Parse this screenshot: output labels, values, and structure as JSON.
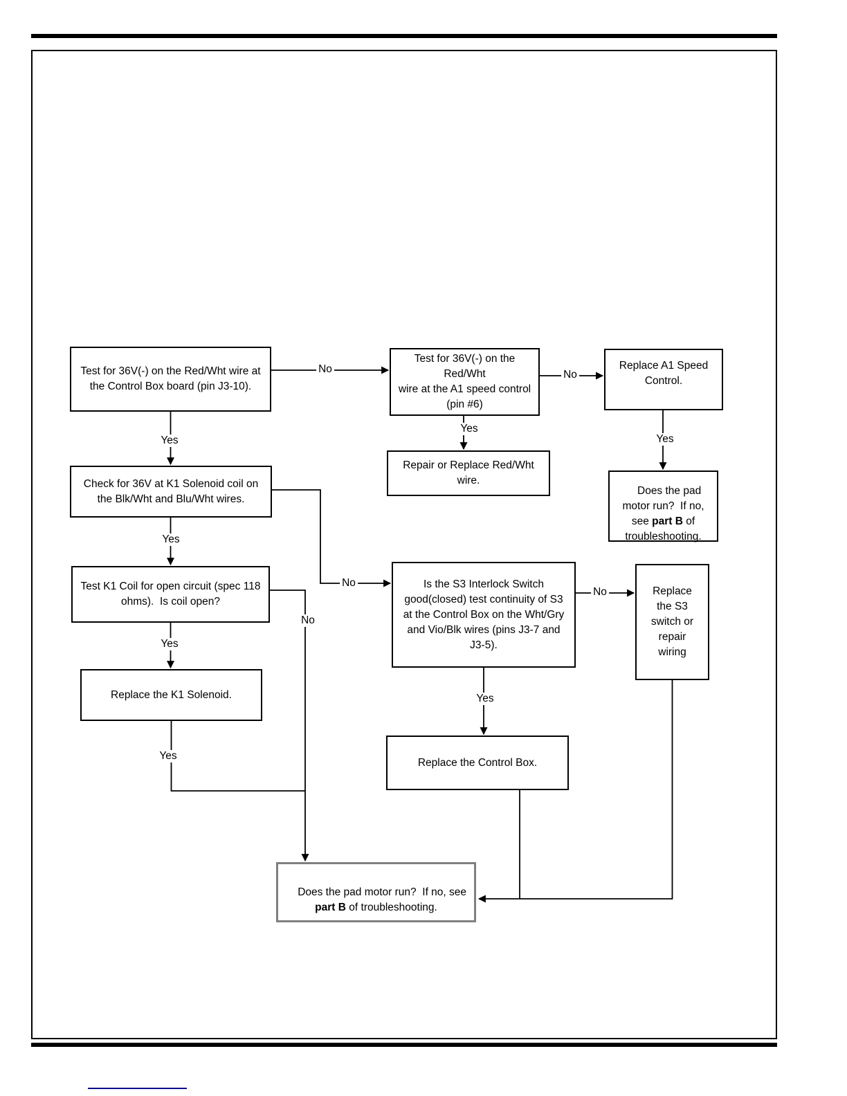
{
  "flowchart": {
    "nodes": {
      "test_control_box": "Test for 36V(-) on the Red/Wht wire at\nthe Control Box board (pin J3-10).",
      "test_a1_speed": "Test for 36V(-) on the Red/Wht\nwire at the A1 speed control\n(pin #6)",
      "replace_a1": "Replace A1 Speed\nControl.",
      "repair_redwht": "Repair or Replace Red/Wht wire.",
      "pad_motor_a1": {
        "prefix": "Does the pad\nmotor run?  If no,\nsee ",
        "bold": "part B",
        "suffix": " of\ntroubleshooting."
      },
      "check_k1_solenoid": "Check for 36V at K1 Solenoid coil on\nthe Blk/Wht and Blu/Wht wires.",
      "test_k1_coil": "Test K1 Coil for open circuit (spec 118\nohms).  Is coil open?",
      "replace_k1": "Replace the K1 Solenoid.",
      "s3_interlock": "Is the S3 Interlock Switch\ngood(closed) test continuity of S3\nat the Control Box on the Wht/Gry\nand Vio/Blk wires (pins J3-7 and\nJ3-5).",
      "replace_s3": "Replace\nthe S3\nswitch or\nrepair\nwiring",
      "replace_control_box": "Replace the Control Box.",
      "pad_motor_bottom": {
        "prefix": "Does the pad motor run?  If no, see\n",
        "bold": "part B",
        "suffix": " of troubleshooting."
      }
    },
    "decision_labels": {
      "yes": "Yes",
      "no": "No"
    },
    "colors": {
      "line": "#000000",
      "gray_box_border": "#7f7f7f",
      "footer_rule": "#00008b"
    }
  }
}
